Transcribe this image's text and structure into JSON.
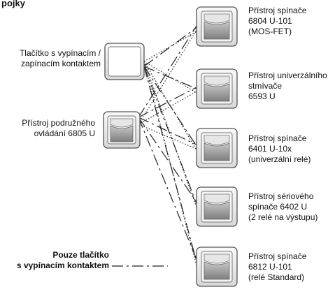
{
  "heading": "pojky",
  "sources": {
    "switch_button": [
      "Tlačítko s vypínacím /",
      "zapínacím kontaktem"
    ],
    "aux_control": [
      "Přístroj podružného",
      "ovládání 6805 U"
    ],
    "legend": [
      "Pouze tlačítko",
      "s vypínacím kontaktem"
    ]
  },
  "devices": [
    [
      "Přístroj spínače",
      "6804 U-101",
      "(MOS-FET)"
    ],
    [
      "Přístroj univerzálního",
      "stmívače",
      "6593 U"
    ],
    [
      "Přístroj spínače",
      "6401 U-10x",
      "(univerzální relé)"
    ],
    [
      "Přístroj sériového",
      "spínače 6402 U",
      "(2 relé na výstupu)"
    ],
    [
      "Přístroj spínače",
      "6812 U-101",
      "(relé Standard)"
    ]
  ],
  "colors": {
    "line": "#222222",
    "frame": "#555555",
    "fill_light": "#f2f2f2",
    "fill_dark": "#9a9a9a"
  }
}
